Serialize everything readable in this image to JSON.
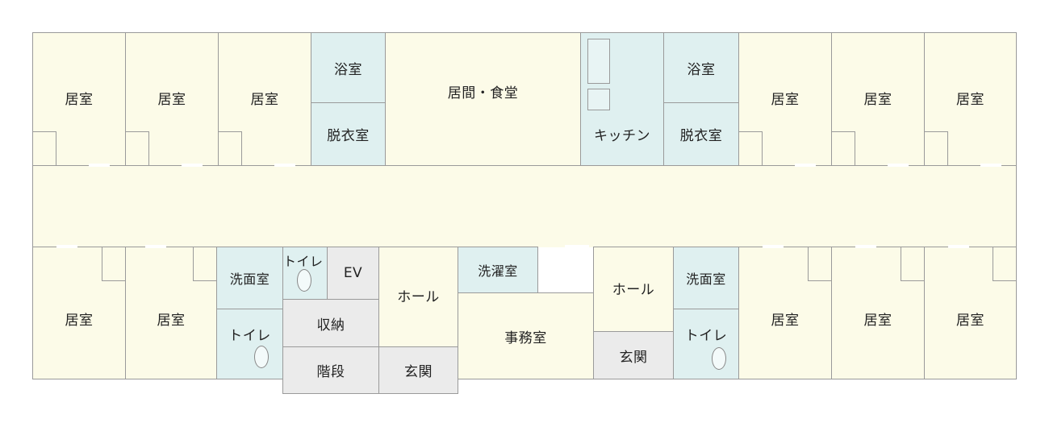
{
  "labels": {
    "living_room": "居室",
    "bath": "浴室",
    "dressing": "脱衣室",
    "living_dining": "居間・食堂",
    "kitchen": "キッチン",
    "washroom": "洗面室",
    "toilet": "トイレ",
    "ev": "EV",
    "hall": "ホール",
    "laundry": "洗濯室",
    "storage": "収納",
    "stairs": "階段",
    "entrance": "玄関",
    "office": "事務室"
  },
  "colors": {
    "room": "#fcfbe8",
    "wet_area": "#dff0f0",
    "service": "#ebebeb",
    "wall": "#9a9a9a"
  }
}
